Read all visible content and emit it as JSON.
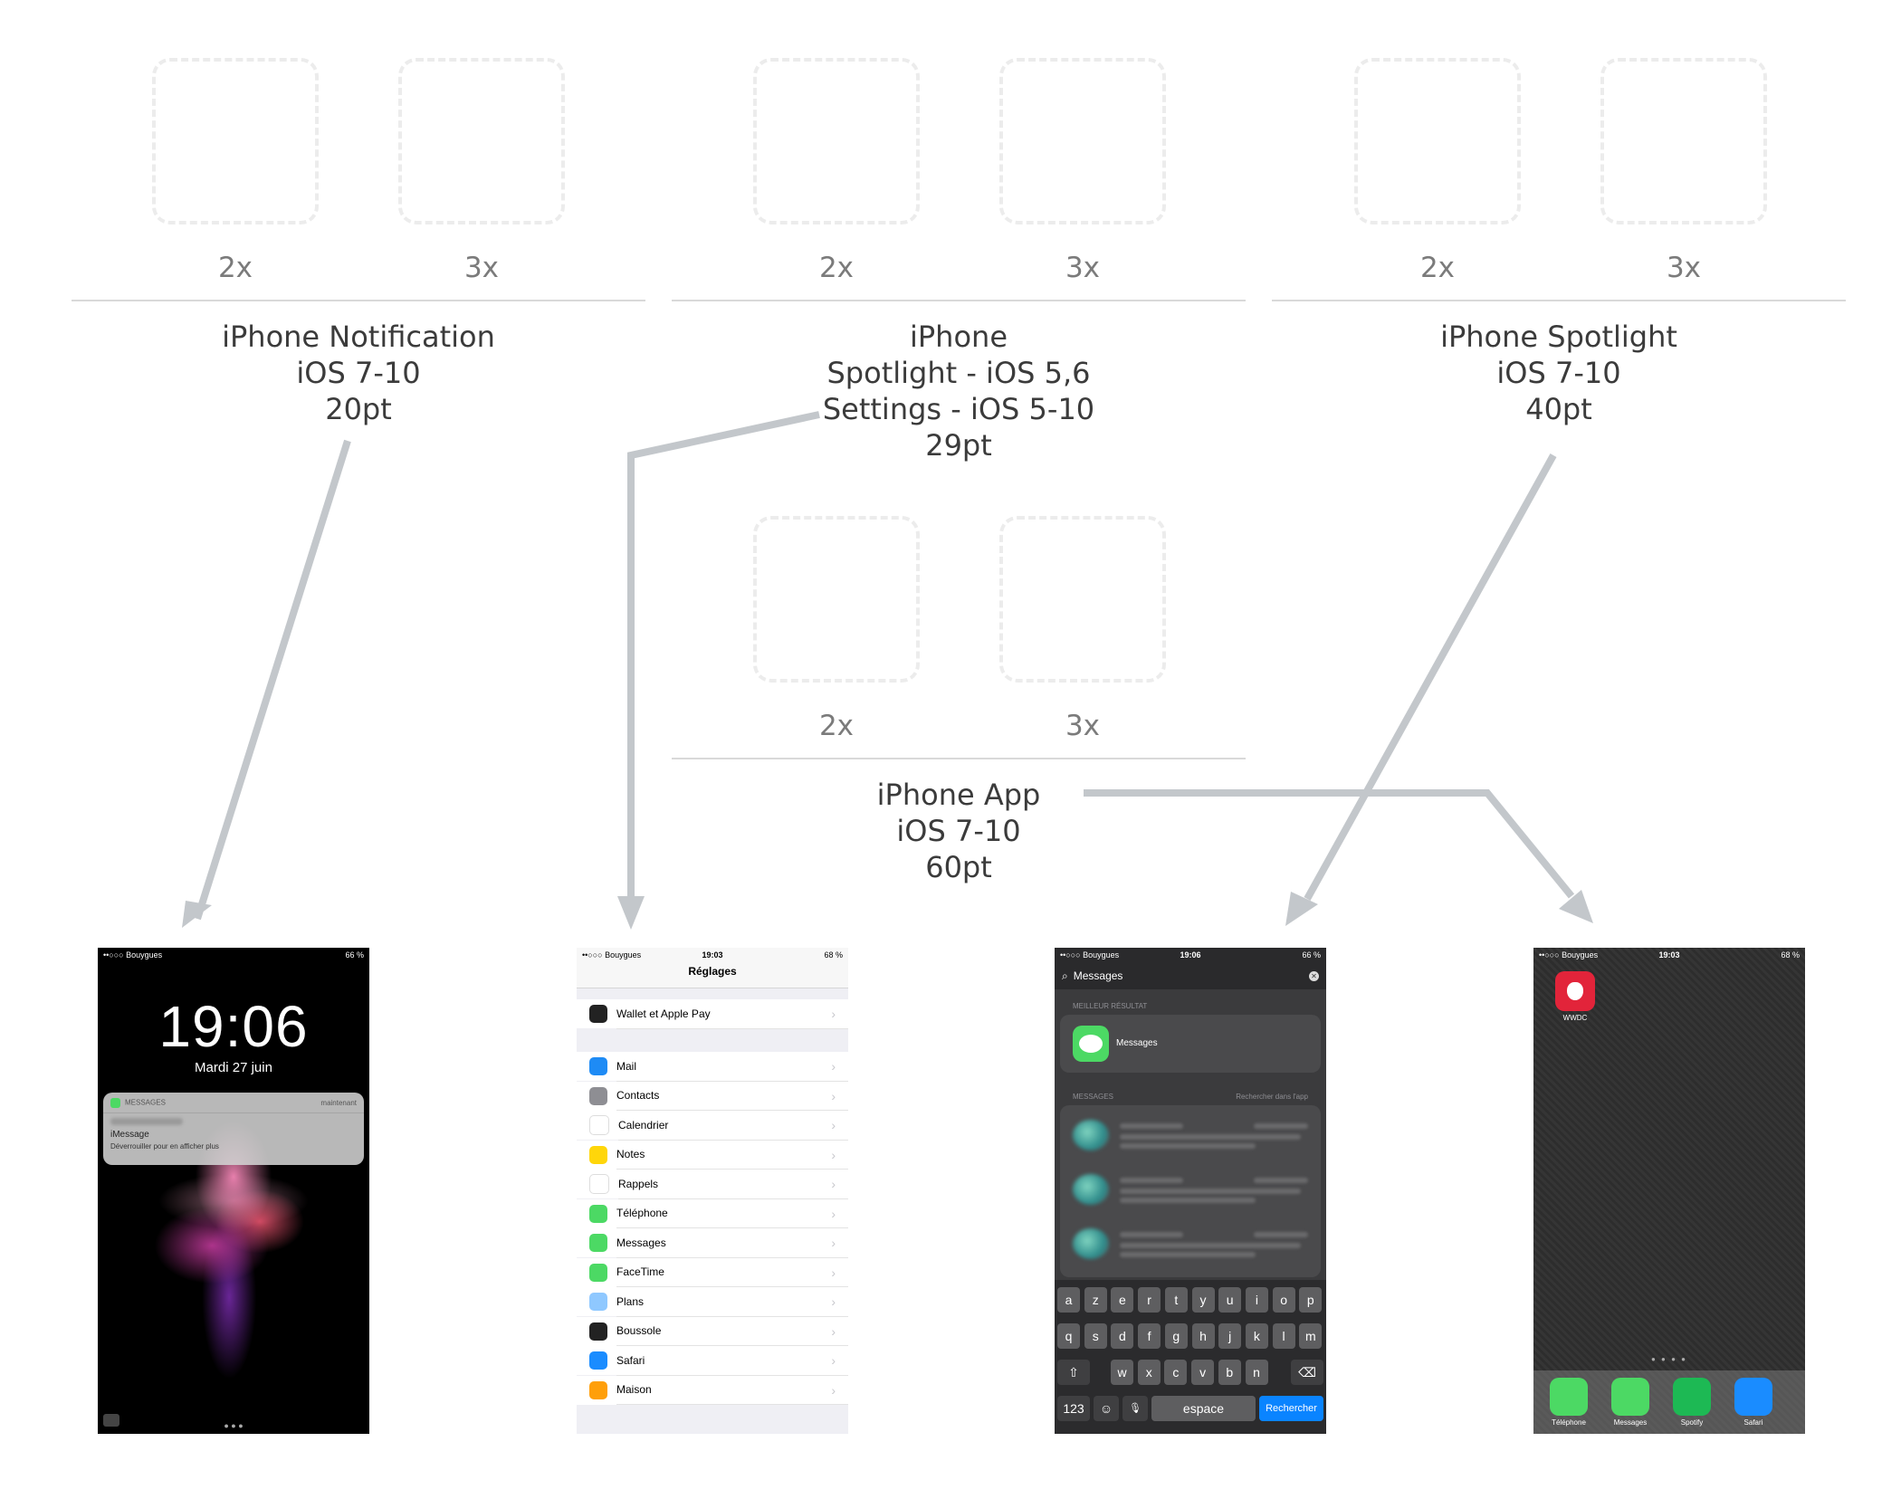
{
  "scale_2x": "2x",
  "scale_3x": "3x",
  "groups": {
    "notification": {
      "line1": "iPhone Notification",
      "line2": "iOS 7-10",
      "line3": "20pt"
    },
    "settings": {
      "line1": "iPhone",
      "line2": "Spotlight - iOS 5,6",
      "line3": "Settings - iOS 5-10",
      "line4": "29pt"
    },
    "spotlight": {
      "line1": "iPhone Spotlight",
      "line2": "iOS 7-10",
      "line3": "40pt"
    },
    "app": {
      "line1": "iPhone App",
      "line2": "iOS 7-10",
      "line3": "60pt"
    }
  },
  "phone_lock": {
    "carrier": "••○○○ Bouygues",
    "battery": "66 %",
    "time": "19:06",
    "date": "Mardi 27 juin",
    "notif_app": "MESSAGES",
    "notif_time": "maintenant",
    "notif_title": "iMessage",
    "notif_body": "Déverrouiller pour en afficher plus"
  },
  "phone_settings": {
    "carrier": "••○○○ Bouygues",
    "time": "19:03",
    "battery": "68 %",
    "title": "Réglages",
    "top_row": "Wallet et Apple Pay",
    "rows": [
      "Mail",
      "Contacts",
      "Calendrier",
      "Notes",
      "Rappels",
      "Téléphone",
      "Messages",
      "FaceTime",
      "Plans",
      "Boussole",
      "Safari",
      "Maison"
    ],
    "row_colors": [
      "#1e8bf5",
      "#8e8e93",
      "#ffffff",
      "#ffd60a",
      "#ffffff",
      "#4cd964",
      "#4cd964",
      "#4cd964",
      "#8fc8ff",
      "#222222",
      "#1a8cff",
      "#ff9f0a"
    ],
    "wallet_color": "#222222"
  },
  "phone_spotlight": {
    "carrier": "••○○○ Bouygues",
    "time": "19:06",
    "battery": "66 %",
    "query": "Messages",
    "best_label": "MEILLEUR RÉSULTAT",
    "best_app": "Messages",
    "msgs_label": "MESSAGES",
    "search_in_app": "Rechercher dans l'app",
    "row1": [
      "a",
      "z",
      "e",
      "r",
      "t",
      "y",
      "u",
      "i",
      "o",
      "p"
    ],
    "row2": [
      "q",
      "s",
      "d",
      "f",
      "g",
      "h",
      "j",
      "k",
      "l",
      "m"
    ],
    "row3": [
      "w",
      "x",
      "c",
      "v",
      "b",
      "n"
    ],
    "key_123": "123",
    "key_space": "espace",
    "key_search": "Rechercher"
  },
  "phone_home": {
    "carrier": "••○○○ Bouygues",
    "time": "19:03",
    "battery": "68 %",
    "app": "WWDC",
    "dock": [
      "Téléphone",
      "Messages",
      "Spotify",
      "Safari"
    ],
    "dock_colors": [
      "#4cd964",
      "#4cd964",
      "#1db954",
      "#1a8cff"
    ]
  }
}
